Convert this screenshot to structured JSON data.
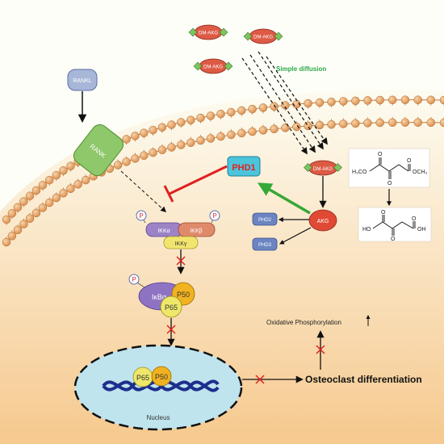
{
  "labels": {
    "rankl": "RANKL",
    "rank": "RANK",
    "dm_akg": "DM-AKG",
    "simple_diffusion": "Simple diffusion",
    "phd1": "PHD1",
    "phd2": "PHD2",
    "phd3": "PHD3",
    "akg": "AKG",
    "ikka": "IKKα",
    "ikkb": "IKKβ",
    "ikky": "IKKγ",
    "phospho": "P",
    "ikba": "IκBα",
    "p50": "P50",
    "p65": "P65",
    "nucleus": "Nucleus",
    "oxphos": "Oxidative Phosphorylation",
    "osteoclast": "Osteoclast differentiation",
    "chem_h3co": "H₃CO",
    "chem_och3": "OCH₃",
    "chem_ho": "HO",
    "chem_oh": "OH",
    "chem_o": "O"
  },
  "colors": {
    "cell_bg_top": "#fdfcf2",
    "cell_bg_bottom": "#f6c98e",
    "lipid_head": "#e9a86b",
    "rank": "#8ec86a",
    "dm_akg": "#dd5a45",
    "akg": "#e04a35",
    "phd1_fill": "#4cc4dc",
    "phd1_text": "#e32020",
    "phd_small": "#6b85c2",
    "ikka": "#9b83c6",
    "ikkb": "#e08a6c",
    "ikky": "#f1e56f",
    "ikba": "#8f73c3",
    "p50": "#f0b21f",
    "p65": "#eee76a",
    "nucleus": "#bfe4ee",
    "inhibit_red": "#e02020",
    "activate_green": "#35a837",
    "diffusion_green": "#2ba84a",
    "block_x": "#e02020"
  }
}
